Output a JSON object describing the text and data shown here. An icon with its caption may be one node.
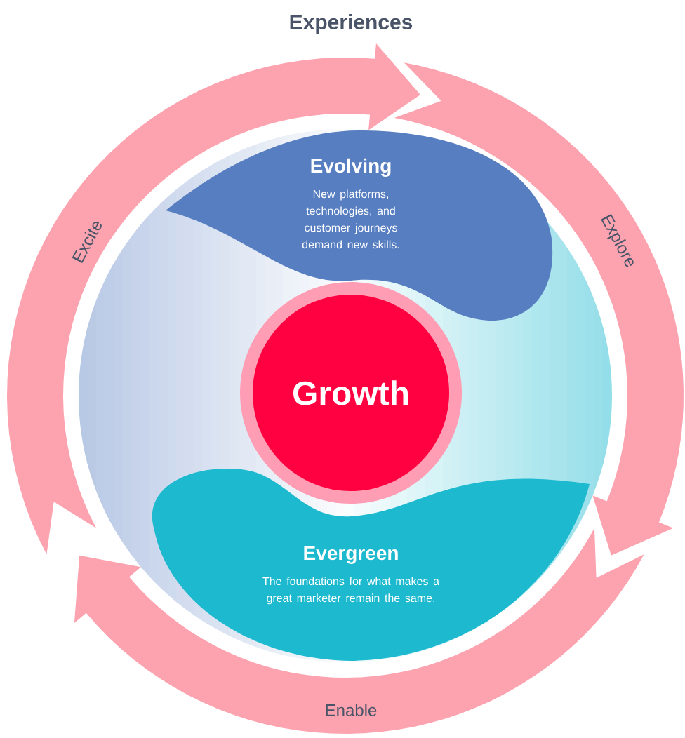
{
  "diagram": {
    "nodes": [
      {
        "text": [
          "Evolving",
          "New platforms, technologies, and customer journeys demand new skills."
        ]
      },
      {
        "text": [
          "Growth"
        ]
      },
      {
        "text": [
          "Evergreen",
          "The foundations for what makes a great marketer remain the same."
        ]
      }
    ],
    "labels": [
      "Experiences",
      "Excite",
      "Explore",
      "Enable"
    ]
  }
}
